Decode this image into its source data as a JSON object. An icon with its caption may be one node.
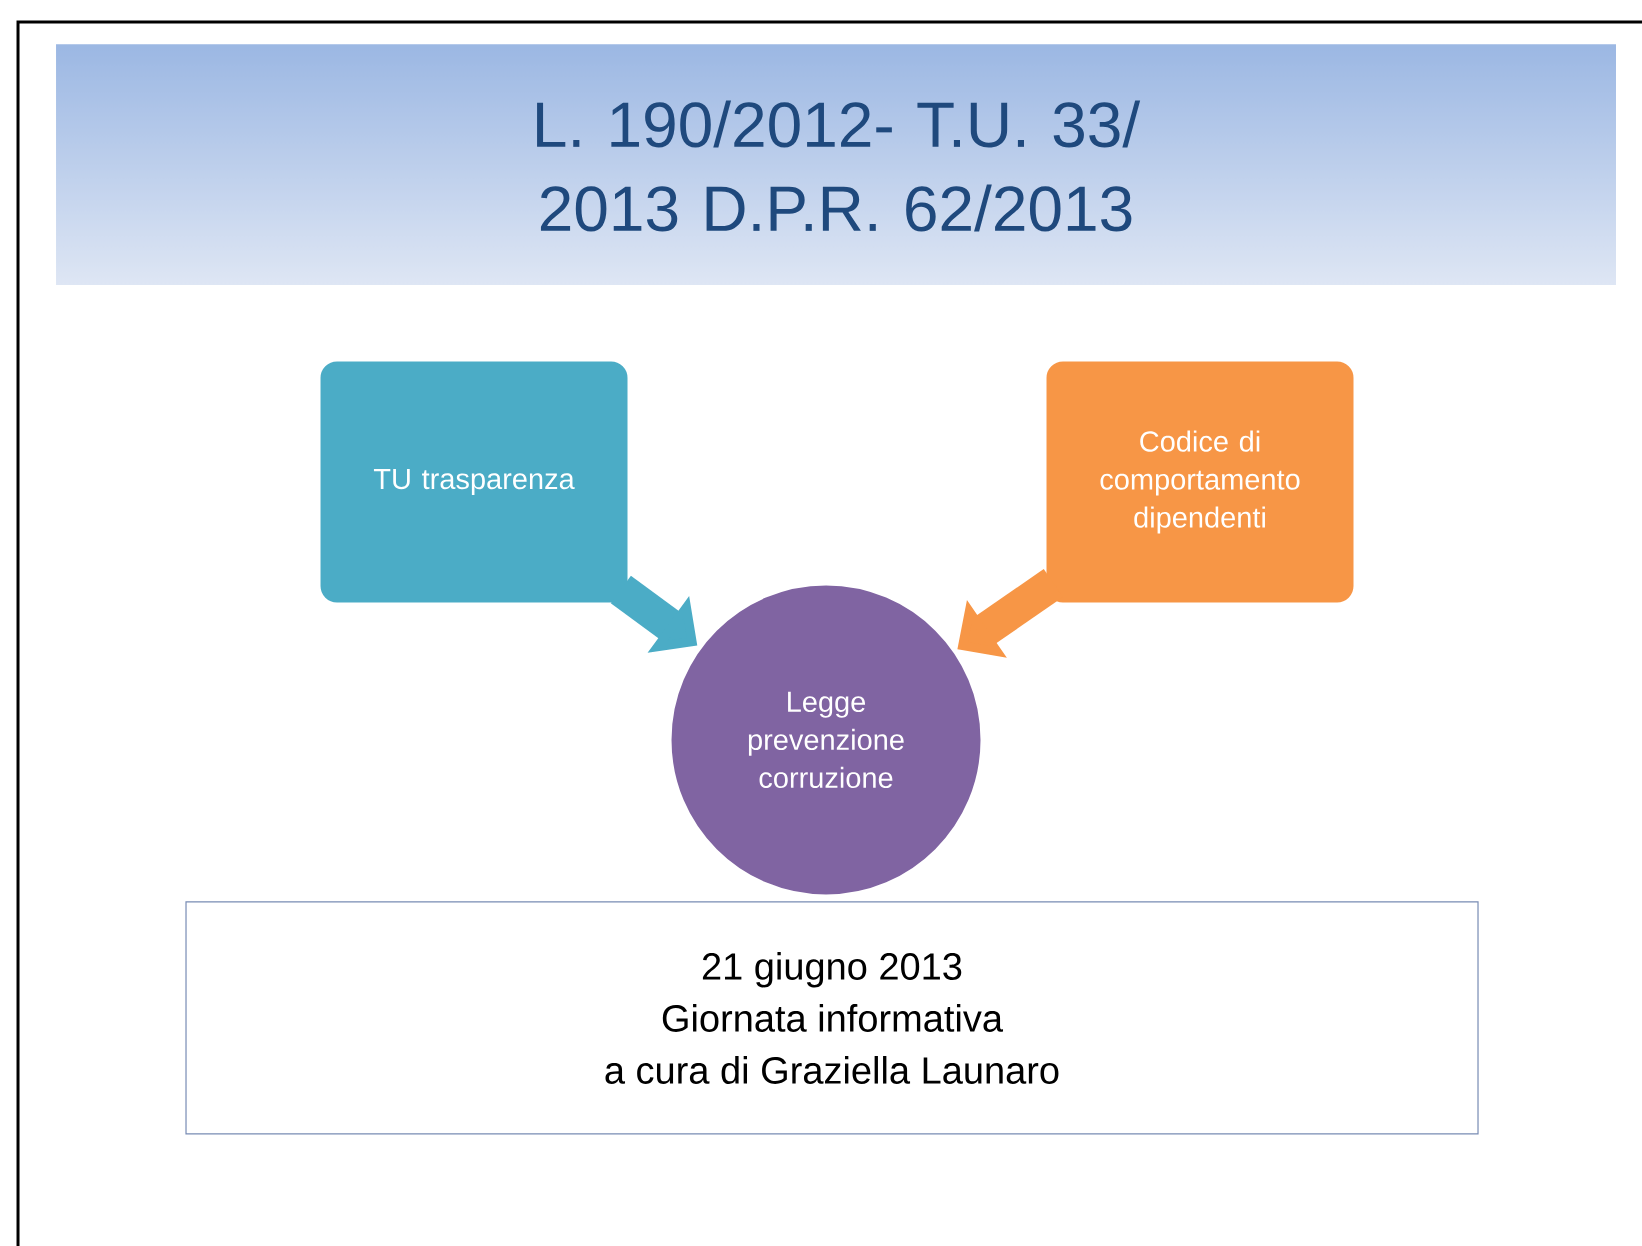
{
  "diagram": {
    "title": "L. 190/2012- T.U. 33/ 2013 D.P.R. 62/2013",
    "nodes": [
      {
        "text": [
          "TU trasparenza"
        ]
      },
      {
        "text": [
          "Codice di comportamento dipendenti"
        ]
      },
      {
        "text": [
          "Legge prevenzione corruzione"
        ]
      },
      {
        "text": [
          "21 giugno 2013",
          "Giornata informativa",
          "a cura di Graziella  Launaro"
        ]
      }
    ],
    "edges": [
      {
        "from": 0,
        "to": 2,
        "arrow": "to",
        "color": "#4bacc6"
      },
      {
        "from": 1,
        "to": 2,
        "arrow": "to",
        "color": "#f79646"
      }
    ]
  }
}
